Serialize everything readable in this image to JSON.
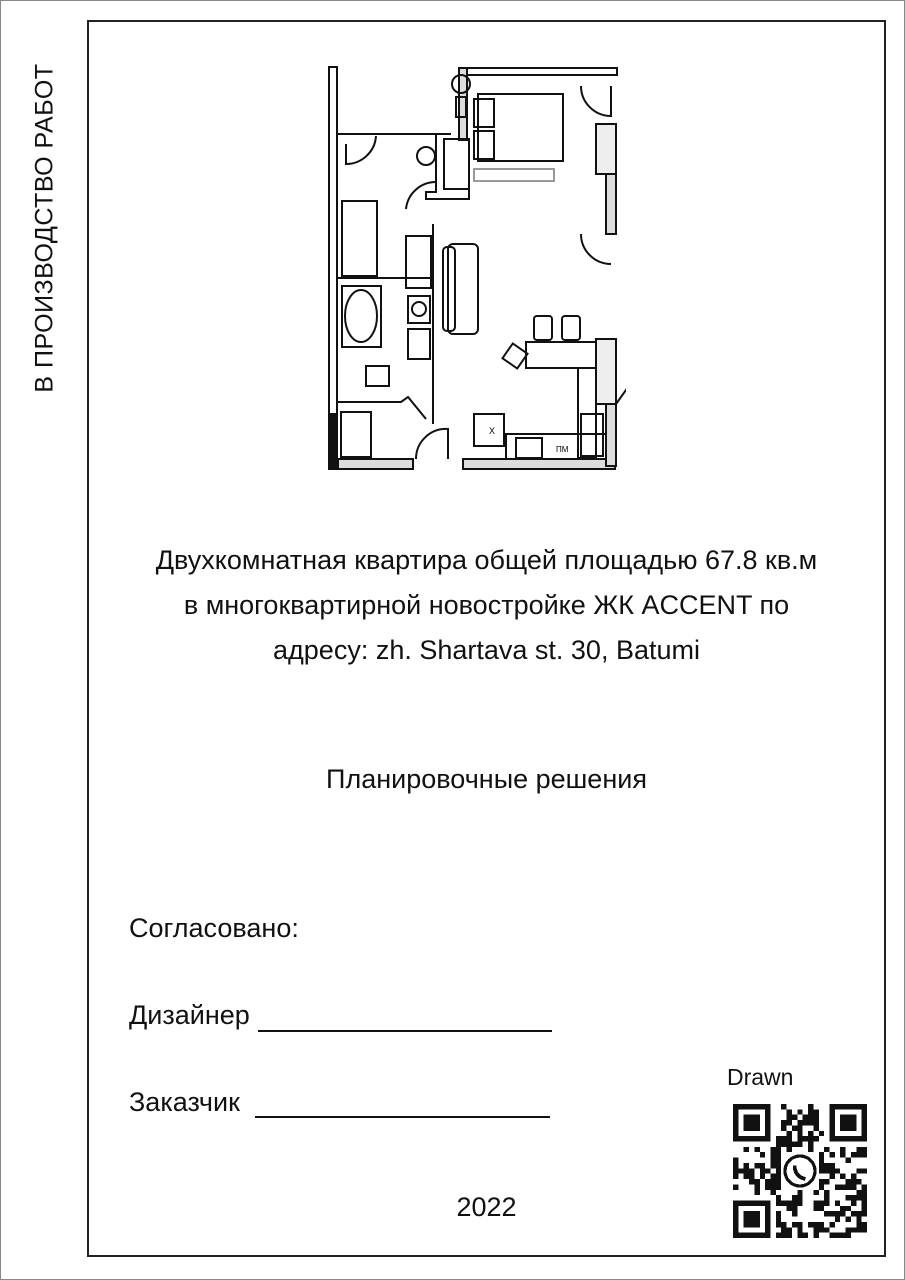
{
  "side_stamp": "В ПРОИЗВОДСТВО РАБОТ",
  "plan_labels": {
    "fridge": "Х",
    "dishwasher": "ПМ"
  },
  "title_lines": [
    "Двухкомнатная квартира общей площадью 67.8 кв.м",
    "в многоквартирной новостройке ЖК ACCENT по",
    "адресу: zh. Shartava st. 30, Batumi"
  ],
  "subtitle": "Планировочные решения",
  "approval": {
    "heading": "Согласовано:",
    "designer_label": "Дизайнер",
    "client_label": "Заказчик"
  },
  "year": "2022",
  "qr": {
    "caption": "Drawn",
    "center_icon": "whatsapp-icon"
  }
}
